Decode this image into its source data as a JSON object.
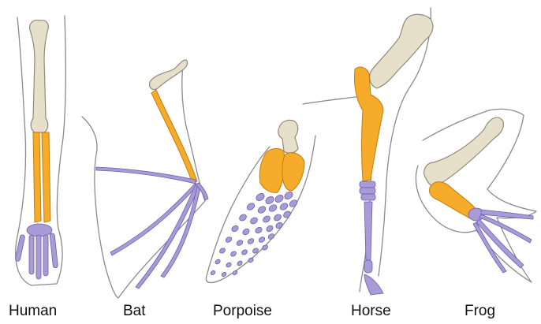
{
  "colors": {
    "humerus": "#e6dfca",
    "humerus_stroke": "#8f8a78",
    "radius_ulna": "#f7ab2b",
    "radius_ulna_stroke": "#c07d10",
    "hand": "#a79bd8",
    "hand_stroke": "#6b5fa8",
    "outline": "#8a8a8a"
  },
  "legend_note": "",
  "labels": {
    "human": "Human",
    "bat": "Bat",
    "porpoise": "Porpoise",
    "horse": "Horse",
    "frog": "Frog"
  }
}
